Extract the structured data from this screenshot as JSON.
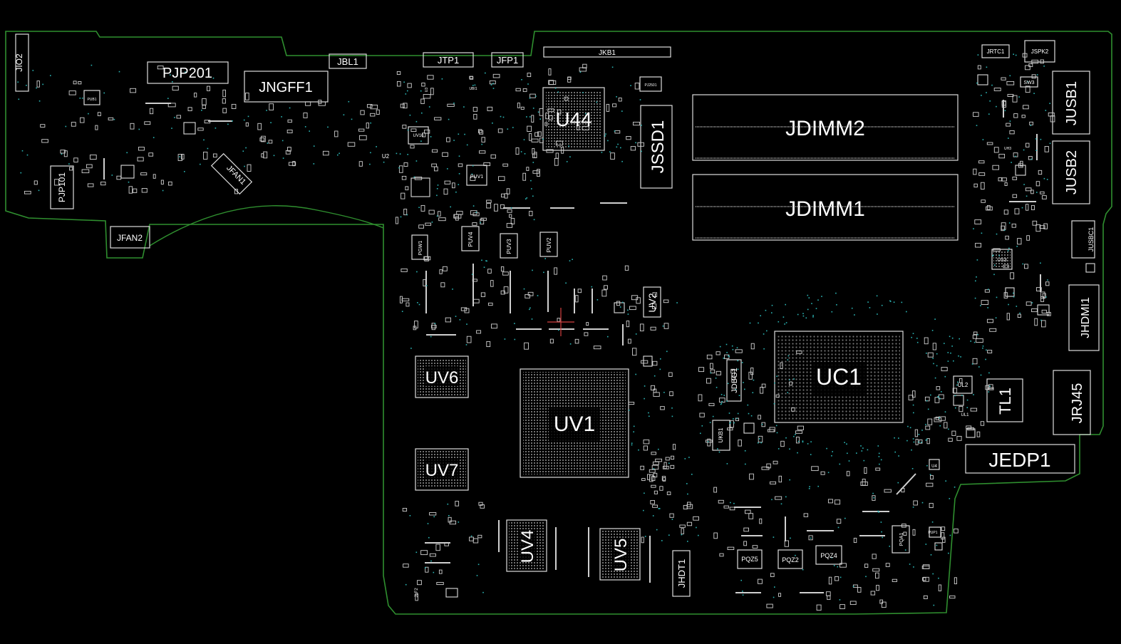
{
  "colors": {
    "background": "#000000",
    "outline": "#2f8f2f",
    "silkscreen": "#ffffff",
    "vias": "#2bb5b5",
    "crosshair": "#d24040"
  },
  "components": {
    "JIO2": "JIO2",
    "PJP201": "PJP201",
    "JNGFF1": "JNGFF1",
    "JBL1": "JBL1",
    "JTP1": "JTP1",
    "JFP1": "JFP1",
    "JKB1": "JKB1",
    "JRTC1": "JRTC1",
    "JSPK2": "JSPK2",
    "SW3": "SW3",
    "U44": "U44",
    "JSSD1": "JSSD1",
    "JDIMM2": "JDIMM2",
    "JDIMM1": "JDIMM1",
    "JUSB1": "JUSB1",
    "JUSB2": "JUSB2",
    "JUSBC1": "JUSBC1",
    "PJP101": "PJP101",
    "JFAN1": "JFAN1",
    "JFAN2": "JFAN2",
    "PUV1": "PUV1",
    "PUV4": "PUV4",
    "PUV3": "PUV3",
    "PUV2": "PUV2",
    "PGW1": "PGW1",
    "UV10": "UV10",
    "U2": "U2",
    "UV2": "UV2",
    "UV6": "UV6",
    "UV7": "UV7",
    "UV1": "UV1",
    "UV4": "UV4",
    "UV5": "UV5",
    "JHDT1": "JHDT1",
    "JDBG1": "JDBG1",
    "UC1": "UC1",
    "US3": "US3",
    "JHDMI1": "JHDMI1",
    "UL2": "UL2",
    "UL1": "UL1",
    "TL1": "TL1",
    "JRJ45": "JRJ45",
    "JEDP1": "JEDP1",
    "PQZ5": "PQZ5",
    "PQZ2": "PQZ2",
    "PQZ4": "PQZ4",
    "PQA1": "PQA1",
    "PUP1": "PUP1",
    "U4": "U4",
    "UKB1": "UKB1",
    "JLF2": "JLF2",
    "PUB1": "PUB1",
    "PJ2501": "PJ2501",
    "U3": "U3",
    "UBI1": "UBI1",
    "UH3": "UH3"
  }
}
